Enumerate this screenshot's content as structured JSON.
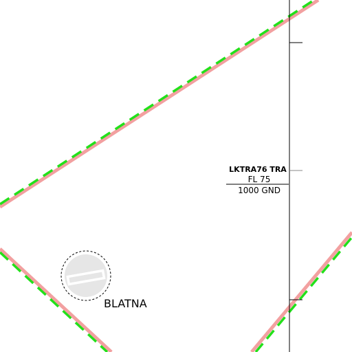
{
  "map": {
    "airspace": {
      "name": "LKTRA76 TRA",
      "upper": "FL 75",
      "lower": "1000 GND",
      "border_color": "#f2a0a0",
      "dash_color": "#22e01a"
    },
    "airfield": {
      "name": "BLATNA"
    },
    "meridian_color": "#000000"
  }
}
